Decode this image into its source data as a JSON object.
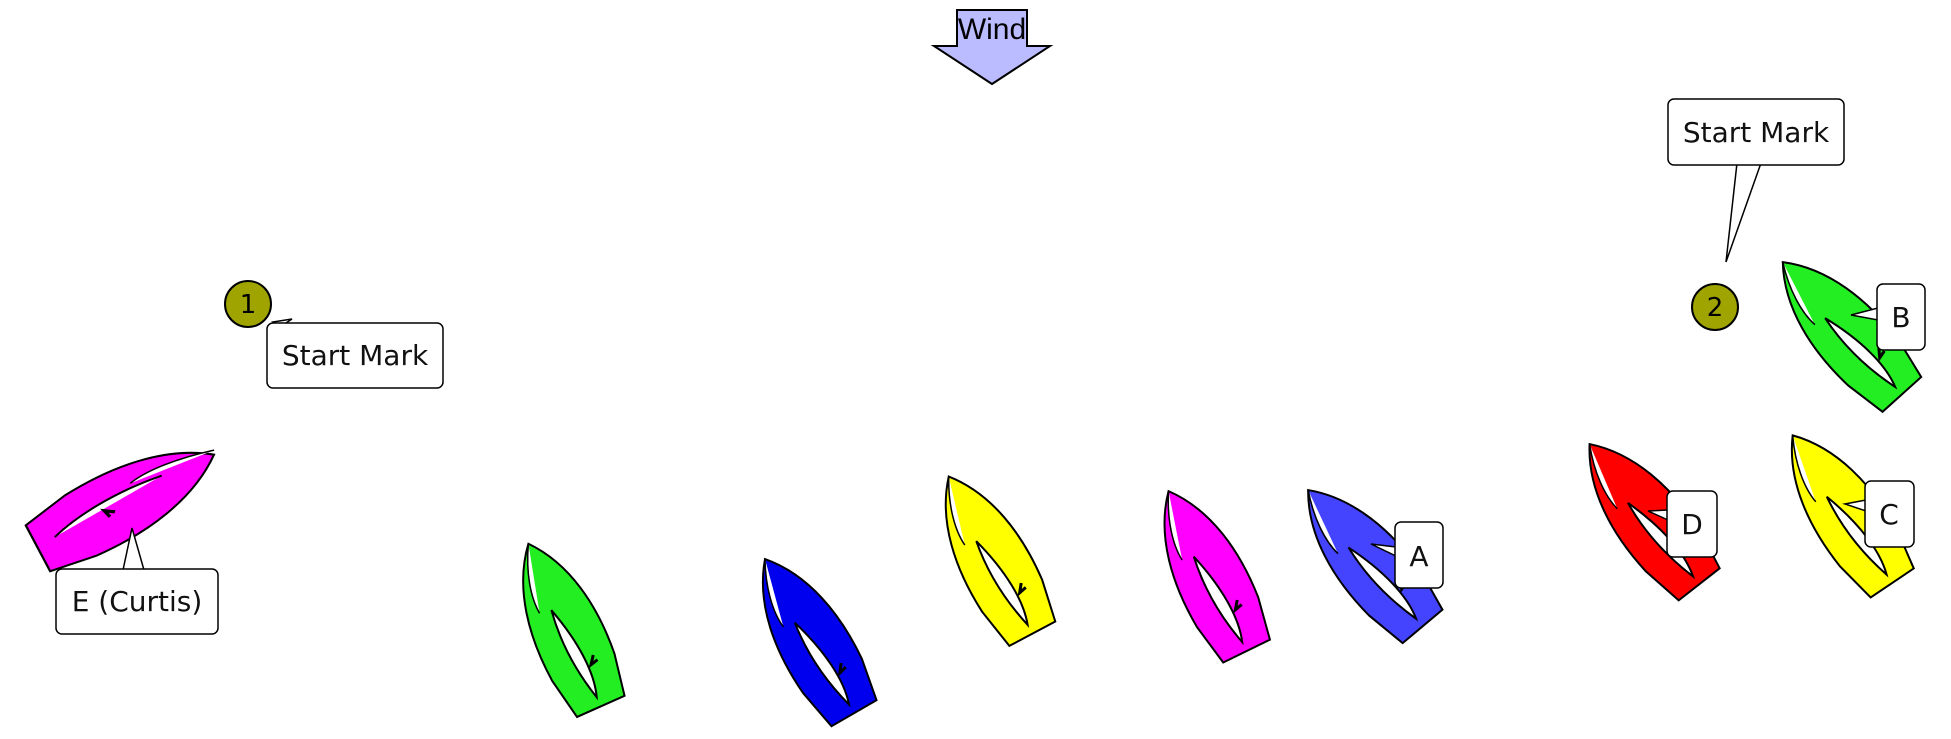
{
  "wind": {
    "label": "Wind",
    "color": "#bbbbff"
  },
  "marks": [
    {
      "number": "1",
      "color": "#a0a400"
    },
    {
      "number": "2",
      "color": "#a0a400"
    }
  ],
  "callouts": {
    "start_mark_left": "Start Mark",
    "start_mark_right": "Start Mark",
    "boat_e": "E (Curtis)",
    "boat_a": "A",
    "boat_b": "B",
    "boat_c": "C",
    "boat_d": "D"
  },
  "boats": [
    {
      "id": "boat-e",
      "label": "E (Curtis)",
      "color": "#ff00ff"
    },
    {
      "id": "boat-green-1",
      "label": "",
      "color": "#22ee22"
    },
    {
      "id": "boat-blue",
      "label": "",
      "color": "#0000ee"
    },
    {
      "id": "boat-yellow-1",
      "label": "",
      "color": "#ffff00"
    },
    {
      "id": "boat-magenta-2",
      "label": "",
      "color": "#ff00ff"
    },
    {
      "id": "boat-a",
      "label": "A",
      "color": "#4444ff"
    },
    {
      "id": "boat-d",
      "label": "D",
      "color": "#ff0000"
    },
    {
      "id": "boat-c",
      "label": "C",
      "color": "#ffff00"
    },
    {
      "id": "boat-b",
      "label": "B",
      "color": "#22ee22"
    }
  ]
}
